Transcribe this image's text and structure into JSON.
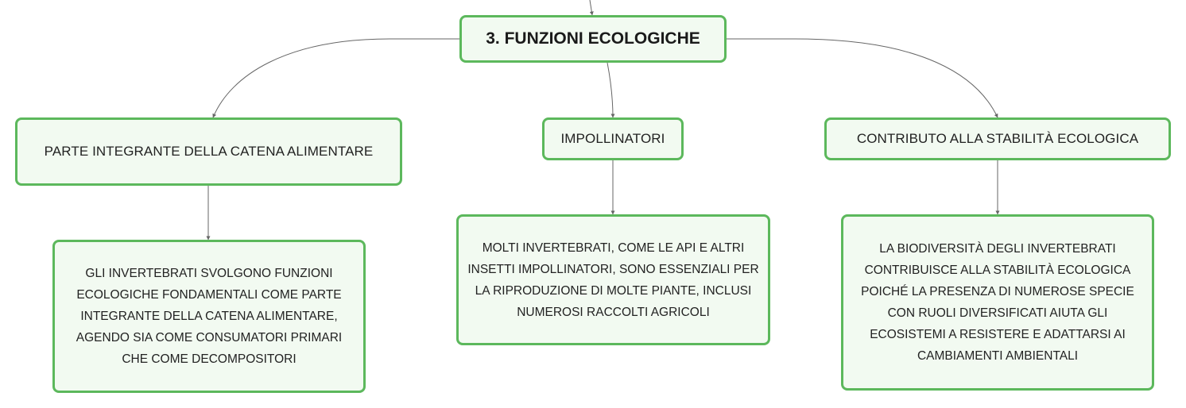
{
  "central": {
    "label": "3. FUNZIONI ECOLOGICHE"
  },
  "topics": [
    {
      "label": "PARTE INTEGRANTE DELLA CATENA ALIMENTARE",
      "detail": "GLI INVERTEBRATI SVOLGONO FUNZIONI ECOLOGICHE FONDAMENTALI COME PARTE INTEGRANTE DELLA CATENA ALIMENTARE, AGENDO SIA COME CONSUMATORI PRIMARI CHE COME DECOMPOSITORI"
    },
    {
      "label": "IMPOLLINATORI",
      "detail": "MOLTI INVERTEBRATI, COME LE API E ALTRI INSETTI IMPOLLINATORI, SONO ESSENZIALI PER LA RIPRODUZIONE DI MOLTE PIANTE, INCLUSI NUMEROSI RACCOLTI AGRICOLI"
    },
    {
      "label": "CONTRIBUTO ALLA STABILITÀ ECOLOGICA",
      "detail": "LA BIODIVERSITÀ DEGLI INVERTEBRATI CONTRIBUISCE ALLA STABILITÀ ECOLOGICA POICHÉ LA PRESENZA DI NUMEROSE SPECIE CON RUOLI DIVERSIFICATI AIUTA GLI ECOSISTEMI A RESISTERE E ADATTARSI AI CAMBIAMENTI AMBIENTALI"
    }
  ],
  "colors": {
    "node_border": "#5cb85c",
    "node_fill": "#f2faf1",
    "connector": "#666666",
    "text": "#222222"
  }
}
